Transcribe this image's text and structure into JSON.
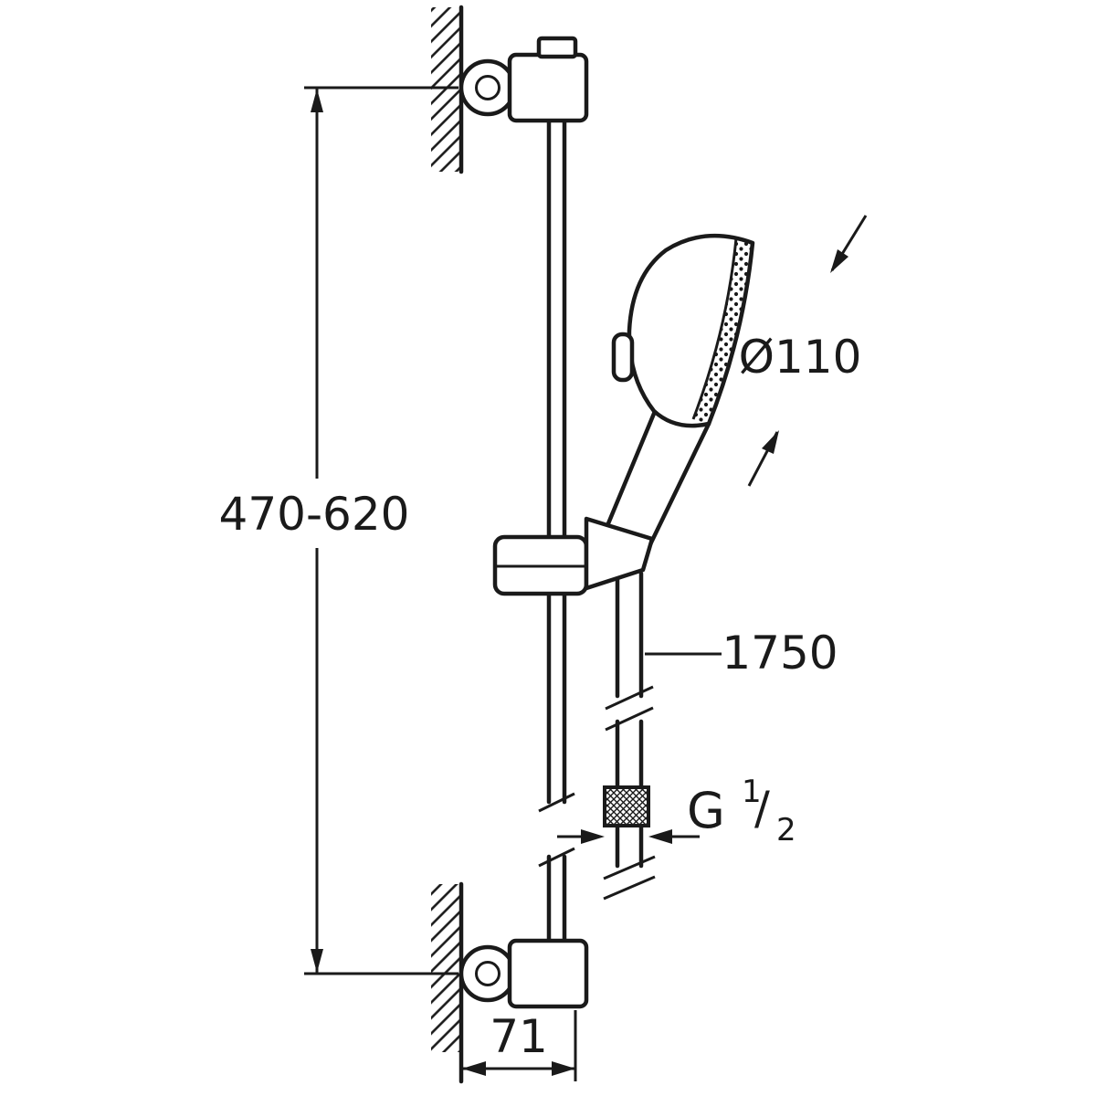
{
  "dimensions": {
    "rail_height_range": "470-620",
    "head_diameter": "Ø110",
    "hose_length": "1750",
    "thread_prefix": "G",
    "thread_numerator": "1",
    "thread_slash": "/",
    "thread_denominator": "2",
    "wall_offset": "71"
  },
  "colors": {
    "line": "#1a1a1a",
    "background": "#ffffff"
  }
}
